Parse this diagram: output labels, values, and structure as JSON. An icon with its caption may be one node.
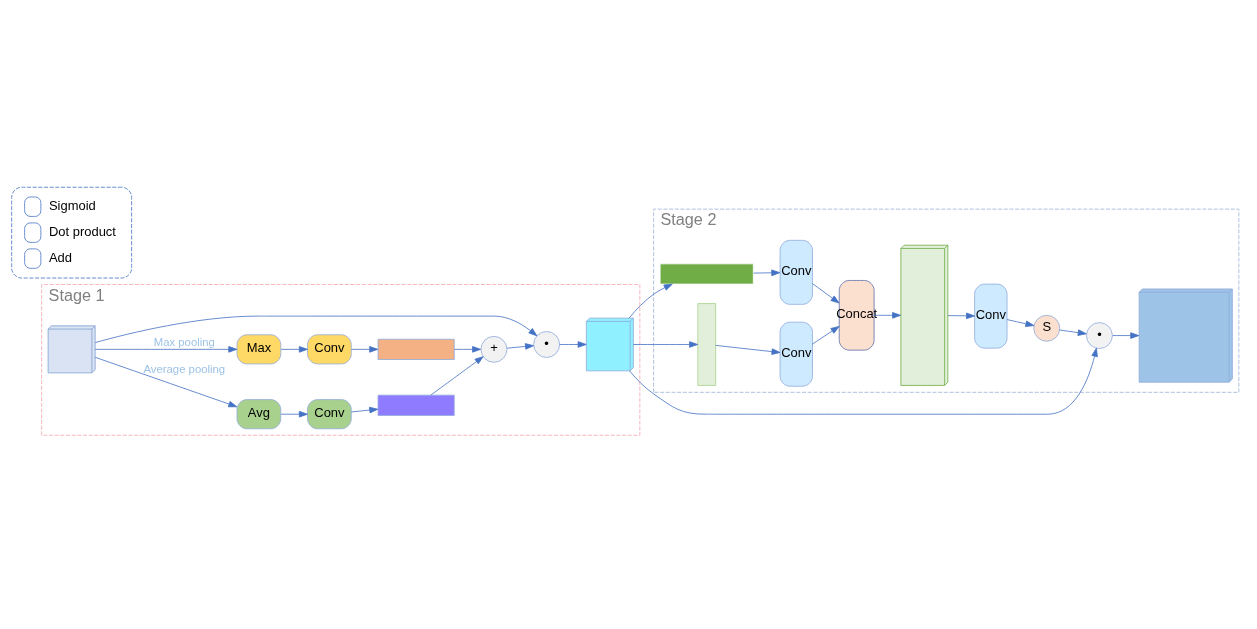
{
  "diagram": {
    "nodes": [
      {
        "text": [
          "Stage 1"
        ]
      },
      {
        "text": [],
        "shape": "box",
        "in": 0
      },
      {
        "text": [
          "Max"
        ],
        "in": 0
      },
      {
        "text": [
          "Avg"
        ],
        "in": 0
      },
      {
        "text": [
          "Conv"
        ],
        "in": 0
      },
      {
        "text": [
          "Conv"
        ],
        "in": 0
      },
      {
        "text": [],
        "shape": "bar",
        "in": 0
      },
      {
        "text": [],
        "shape": "bar",
        "in": 0
      },
      {
        "text": [
          "+"
        ],
        "in": 0
      },
      {
        "text": [
          "•"
        ],
        "in": 0
      },
      {
        "text": [],
        "shape": "box",
        "in": 0
      },
      {
        "text": [
          "Stage 2"
        ]
      },
      {
        "text": [],
        "shape": "bar",
        "in": 11
      },
      {
        "text": [],
        "shape": "bar",
        "in": 11
      },
      {
        "text": [
          "Conv"
        ],
        "in": 11
      },
      {
        "text": [
          "Conv"
        ],
        "in": 11
      },
      {
        "text": [
          "Concat"
        ],
        "in": 11
      },
      {
        "text": [],
        "shape": "box",
        "in": 11
      },
      {
        "text": [
          "Conv"
        ],
        "in": 11
      },
      {
        "text": [
          "S"
        ],
        "in": 11
      },
      {
        "text": [
          "•"
        ],
        "in": 11
      },
      {
        "text": [],
        "shape": "box",
        "in": 11
      }
    ],
    "edges": [
      {
        "from": 1,
        "to": 2,
        "arrow": "to",
        "label": "Max pooling"
      },
      {
        "from": 1,
        "to": 3,
        "arrow": "to",
        "label": "Average pooling"
      },
      {
        "from": 2,
        "to": 4,
        "arrow": "to"
      },
      {
        "from": 3,
        "to": 5,
        "arrow": "to"
      },
      {
        "from": 4,
        "to": 6,
        "arrow": "to"
      },
      {
        "from": 5,
        "to": 7,
        "arrow": "to"
      },
      {
        "from": 6,
        "to": 8,
        "arrow": "to"
      },
      {
        "from": 7,
        "to": 8,
        "arrow": "to"
      },
      {
        "from": 8,
        "to": 9,
        "arrow": "to"
      },
      {
        "from": 1,
        "to": 9,
        "arrow": "to"
      },
      {
        "from": 9,
        "to": 10,
        "arrow": "to"
      },
      {
        "from": 10,
        "to": 12,
        "arrow": "to"
      },
      {
        "from": 10,
        "to": 13,
        "arrow": "to"
      },
      {
        "from": 10,
        "to": 20,
        "arrow": "to"
      },
      {
        "from": 12,
        "to": 14,
        "arrow": "to"
      },
      {
        "from": 13,
        "to": 15,
        "arrow": "to"
      },
      {
        "from": 14,
        "to": 16,
        "arrow": "to"
      },
      {
        "from": 15,
        "to": 16,
        "arrow": "to"
      },
      {
        "from": 16,
        "to": 17,
        "arrow": "to"
      },
      {
        "from": 17,
        "to": 18,
        "arrow": "to"
      },
      {
        "from": 18,
        "to": 19,
        "arrow": "to"
      },
      {
        "from": 19,
        "to": 20,
        "arrow": "to"
      },
      {
        "from": 20,
        "to": 21,
        "arrow": "to"
      }
    ],
    "legend": [
      {
        "text": "Sigmoid"
      },
      {
        "text": "Dot product"
      },
      {
        "text": "Add"
      }
    ]
  }
}
